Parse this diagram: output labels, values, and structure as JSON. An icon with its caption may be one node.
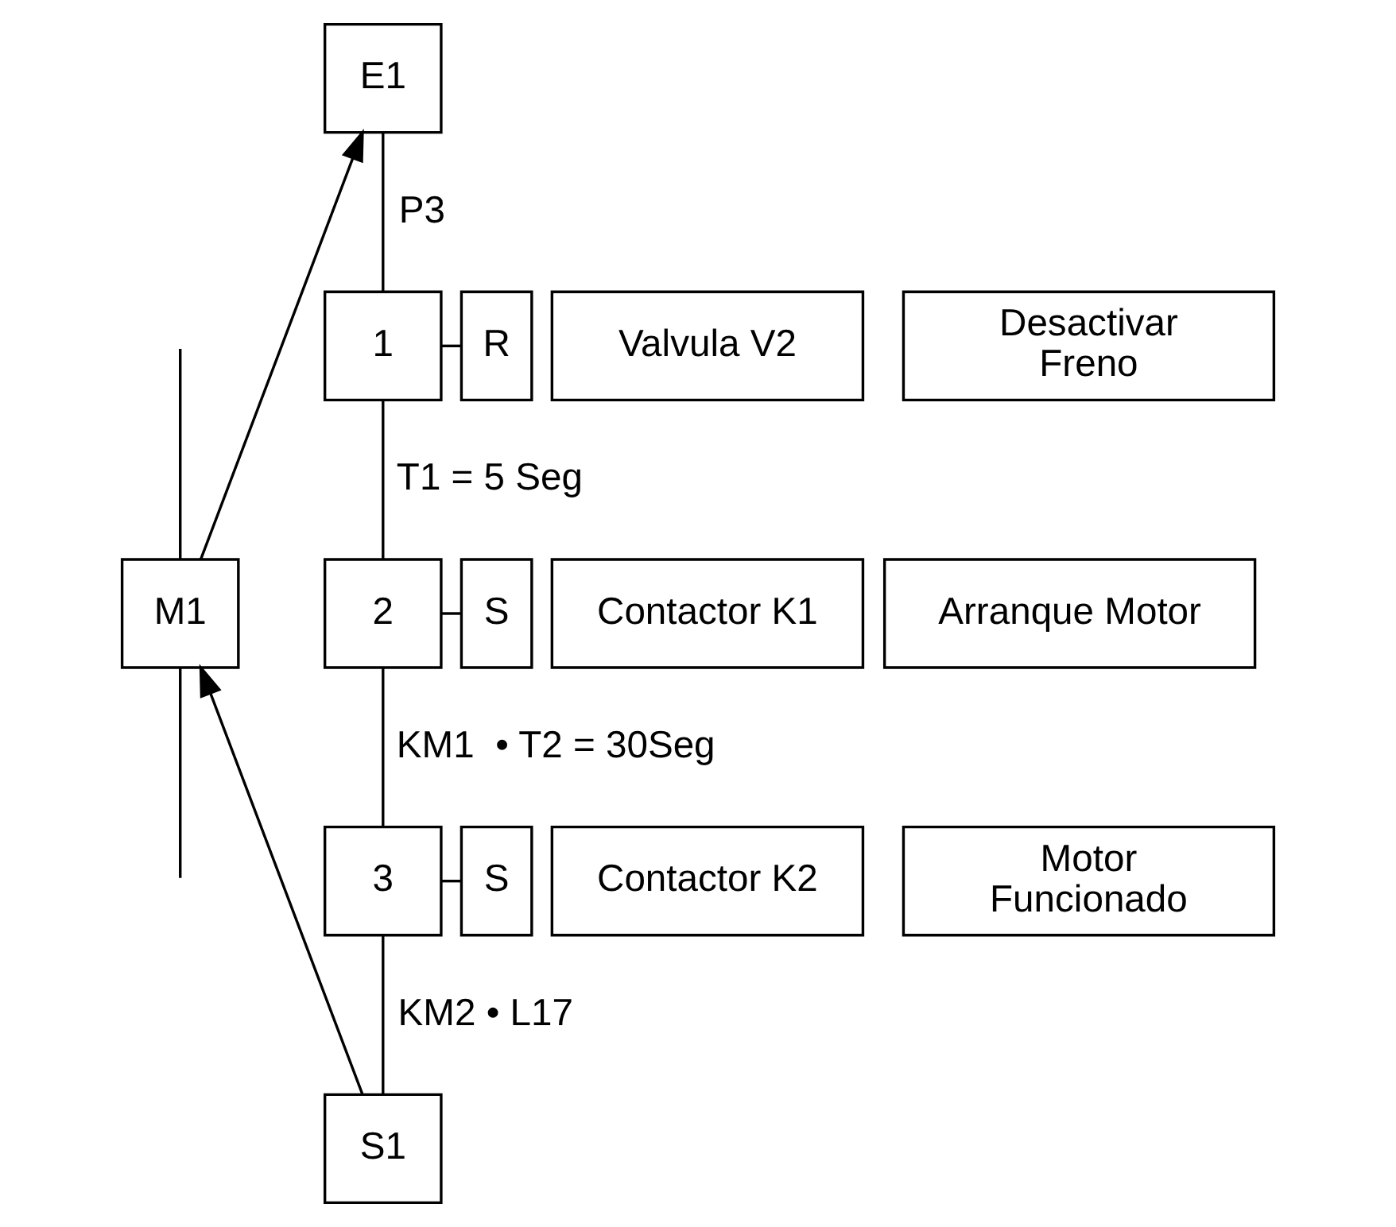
{
  "diagram": {
    "nodes": [
      {
        "text": [
          "E1"
        ]
      },
      {
        "text": [
          "1"
        ]
      },
      {
        "text": [
          "R"
        ]
      },
      {
        "text": [
          "Valvula V2"
        ]
      },
      {
        "text": [
          "Desactivar Freno"
        ]
      },
      {
        "text": [
          "2"
        ]
      },
      {
        "text": [
          "S"
        ]
      },
      {
        "text": [
          "Contactor K1"
        ]
      },
      {
        "text": [
          "Arranque Motor"
        ]
      },
      {
        "text": [
          "3"
        ]
      },
      {
        "text": [
          "S"
        ]
      },
      {
        "text": [
          "Contactor K2"
        ]
      },
      {
        "text": [
          "Motor Funcionado"
        ]
      },
      {
        "text": [
          "S1"
        ]
      },
      {
        "text": [
          "M1"
        ]
      }
    ],
    "edges": [
      {
        "from": 0,
        "to": 1,
        "arrow": "none",
        "label": "P3"
      },
      {
        "from": 1,
        "to": 5,
        "arrow": "none",
        "label": "T1 = 5 Seg"
      },
      {
        "from": 5,
        "to": 9,
        "arrow": "none",
        "label": "KM1  • T2 = 30Seg"
      },
      {
        "from": 9,
        "to": 13,
        "arrow": "none",
        "label": "KM2 • L17"
      },
      {
        "from": 1,
        "to": 2,
        "arrow": "none"
      },
      {
        "from": 5,
        "to": 6,
        "arrow": "none"
      },
      {
        "from": 9,
        "to": 10,
        "arrow": "none"
      },
      {
        "from": 14,
        "to": 0,
        "arrow": "to"
      },
      {
        "from": 13,
        "to": 14,
        "arrow": "to"
      },
      {
        "from": null,
        "to": 14,
        "arrow": "none"
      },
      {
        "from": 14,
        "to": null,
        "arrow": "none"
      }
    ]
  }
}
